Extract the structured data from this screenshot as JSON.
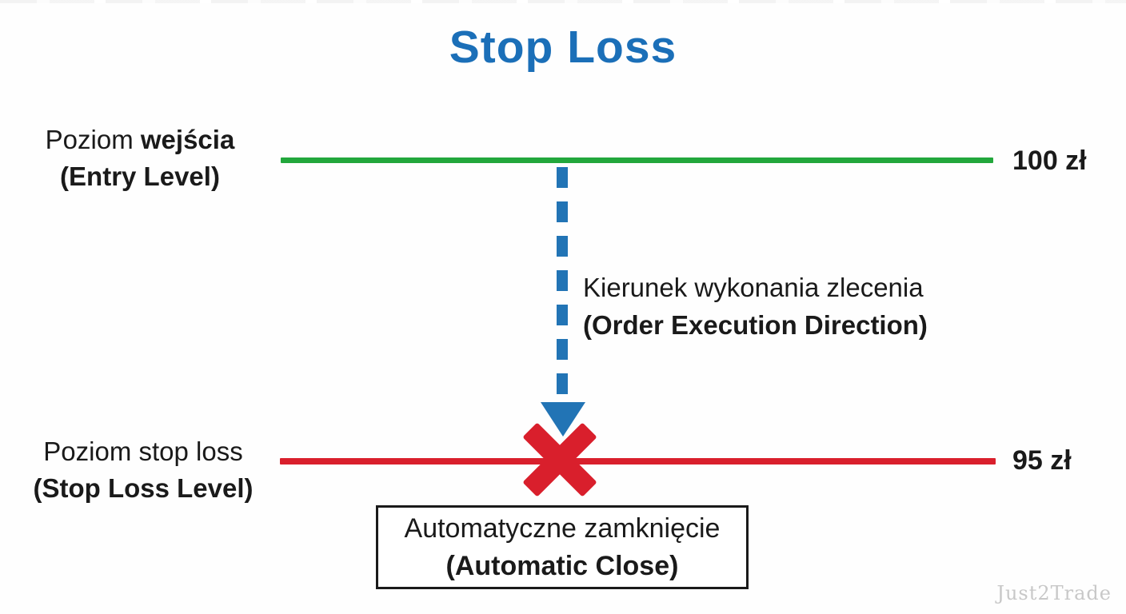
{
  "title": "Stop Loss",
  "colors": {
    "title_blue": "#1b6fb8",
    "line_green": "#22a73c",
    "arrow_blue": "#2274b5",
    "line_red": "#d91f2c",
    "watermark_gray": "#c8c8c8"
  },
  "entry_level": {
    "label_pl_prefix": "Poziom ",
    "label_pl_bold": "wejścia",
    "label_en": "(Entry Level)",
    "price": "100 zł"
  },
  "execution_direction": {
    "label_pl": "Kierunek wykonania zlecenia",
    "label_en": "(Order Execution Direction)"
  },
  "stop_loss_level": {
    "label_pl": "Poziom stop loss",
    "label_en": "(Stop Loss Level)",
    "price": "95 zł"
  },
  "automatic_close": {
    "label_pl": "Automatyczne zamknięcie",
    "label_en": "(Automatic Close)"
  },
  "watermark": "Just2Trade"
}
